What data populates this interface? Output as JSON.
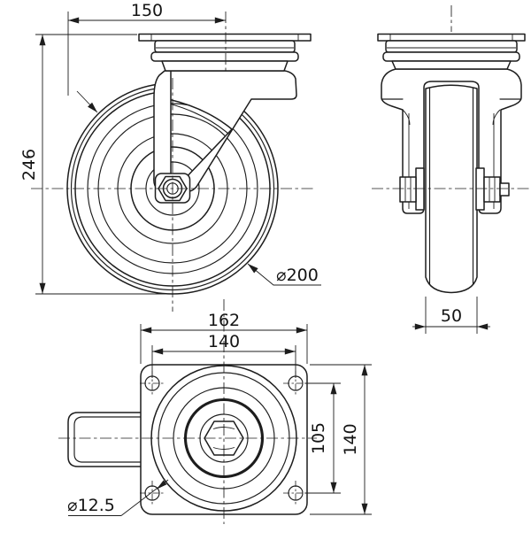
{
  "colors": {
    "background": "#ffffff",
    "line": "#1d1d1d"
  },
  "dimensions": {
    "front": {
      "swivel_radius": "150",
      "overall_height": "246",
      "wheel_diameter": "⌀200"
    },
    "side": {
      "wheel_width": "50"
    },
    "plate": {
      "plate_length": "162",
      "bolt_spacing_horizontal": "140",
      "bolt_spacing_vertical": "105",
      "plate_width": "140",
      "bolt_hole_diameter": "⌀12.5"
    }
  }
}
